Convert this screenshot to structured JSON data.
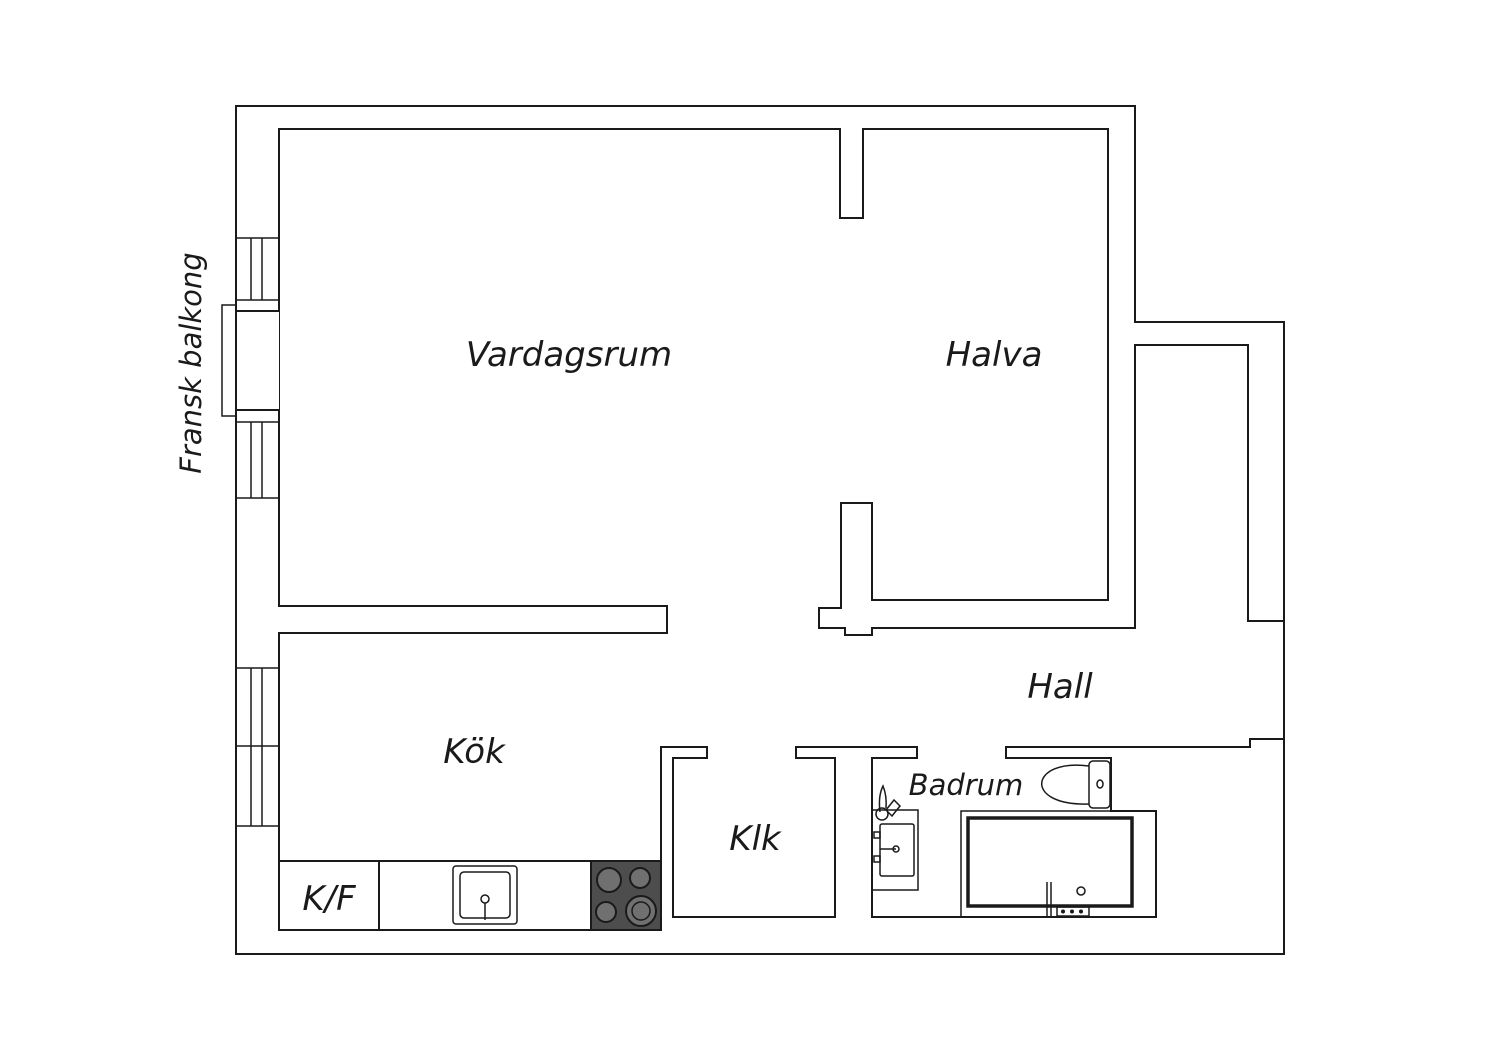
{
  "rooms": {
    "living_room": "Vardagsrum",
    "half_room": "Halva",
    "hall": "Hall",
    "kitchen": "Kök",
    "closet": "Klk",
    "bathroom": "Badrum",
    "fridge_freezer": "K/F"
  },
  "balcony_label": "Fransk balkong",
  "colors": {
    "line": "#1a1a1a",
    "background": "#ffffff",
    "stove": "#4d4d4d",
    "burner": "#707070"
  }
}
